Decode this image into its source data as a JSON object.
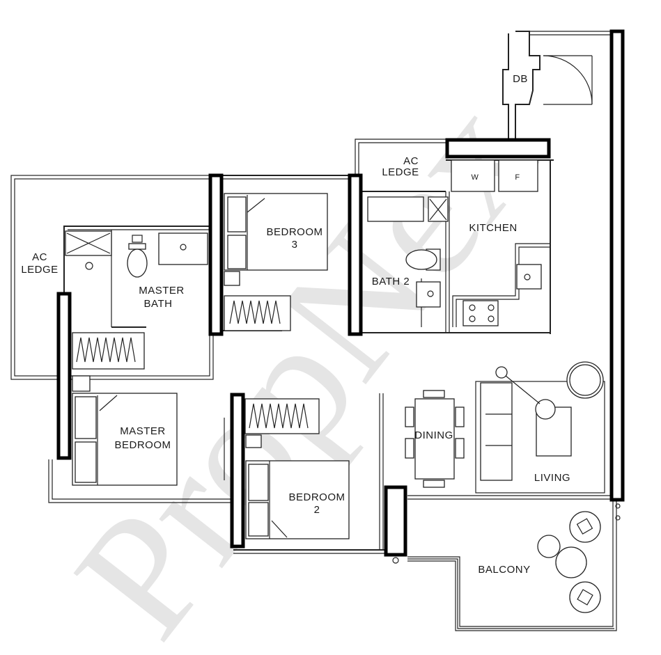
{
  "rooms": {
    "ac_ledge_top": [
      "AC",
      "LEDGE"
    ],
    "ac_ledge_left": [
      "AC",
      "LEDGE"
    ],
    "db": "DB",
    "washer": "W",
    "fridge": "F",
    "kitchen": "KITCHEN",
    "bedroom3": [
      "BEDROOM",
      "3"
    ],
    "master_bath": [
      "MASTER",
      "BATH"
    ],
    "bath2": "BATH 2",
    "master_bedroom": [
      "MASTER",
      "BEDROOM"
    ],
    "dining": "DINING",
    "living": "LIVING",
    "bedroom2": [
      "BEDROOM",
      "2"
    ],
    "balcony": "BALCONY"
  },
  "watermark": "PropNex"
}
